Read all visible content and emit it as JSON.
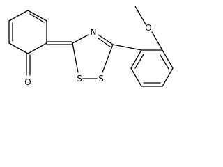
{
  "molecule": {
    "atoms": {
      "carbonyl_oxygen": "O",
      "methoxy_oxygen": "O",
      "ring_nitrogen": "N",
      "ring_sulfur_left": "S",
      "ring_sulfur_right": "S"
    },
    "colors": {
      "bond": "#000000",
      "label": "#000000",
      "background": "#ffffff"
    }
  }
}
